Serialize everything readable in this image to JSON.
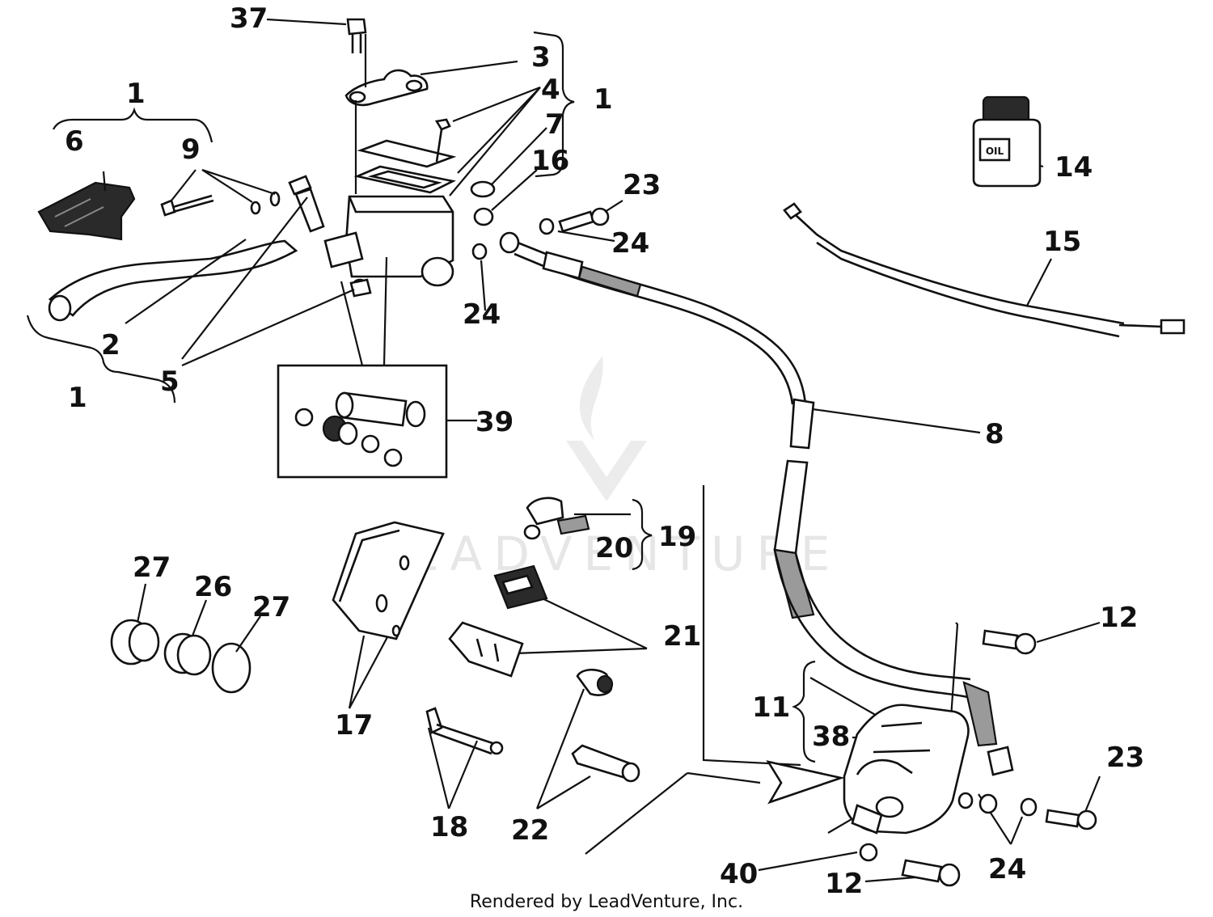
{
  "diagram": {
    "callouts": {
      "c37": "37",
      "c3": "3",
      "c4": "4",
      "c7": "7",
      "c1_master": "1",
      "c16": "16",
      "c1_guard": "1",
      "c6": "6",
      "c9": "9",
      "c2": "2",
      "c5": "5",
      "c1_lever": "1",
      "c23_top": "23",
      "c24_top": "24",
      "c24_mid": "24",
      "c14": "14",
      "c15": "15",
      "c39": "39",
      "c8": "8",
      "c19": "19",
      "c20": "20",
      "c21": "21",
      "c27_left": "27",
      "c26": "26",
      "c27_right": "27",
      "c17": "17",
      "c18": "18",
      "c22": "22",
      "c12_top": "12",
      "c11": "11",
      "c38": "38",
      "c23_bottom": "23",
      "c24_bottom": "24",
      "c40": "40",
      "c12_bottom": "12"
    },
    "oil_label": "OIL",
    "watermark": "LEADVENTURE",
    "footer": "Rendered by LeadVenture, Inc."
  }
}
